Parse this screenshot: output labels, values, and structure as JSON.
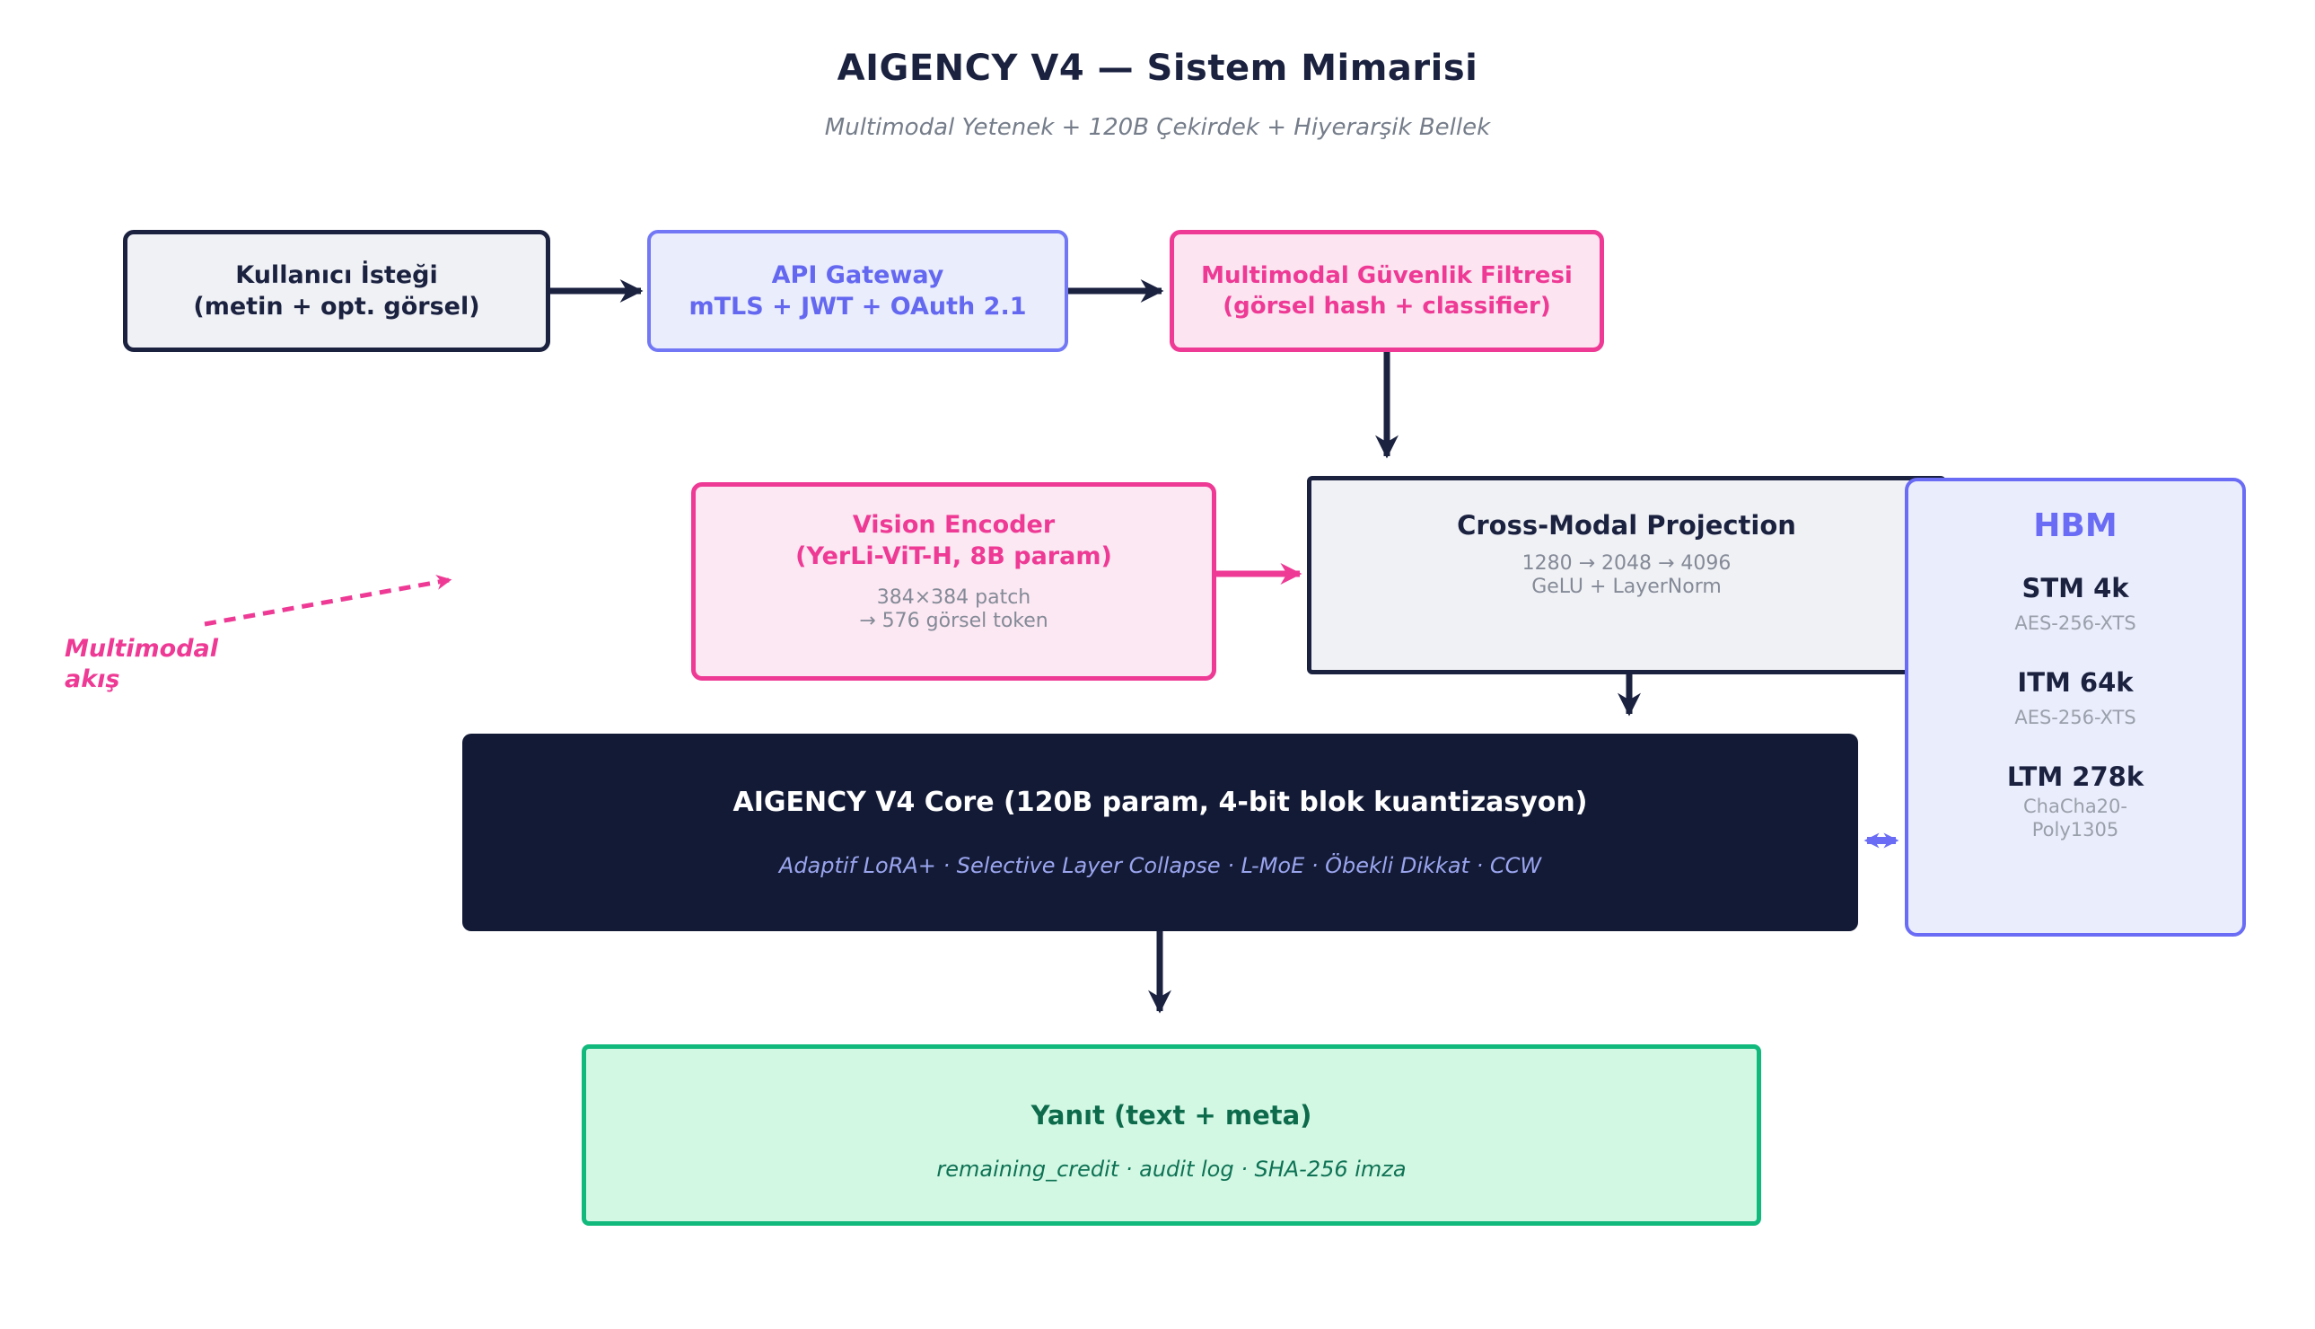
{
  "header": {
    "title": "AIGENCY V4 — Sistem Mimarisi",
    "subtitle": "Multimodal Yetenek + 120B Çekirdek + Hiyerarşik Bellek"
  },
  "boxes": {
    "user_request": {
      "line1": "Kullanıcı İsteği",
      "line2": "(metin + opt. görsel)"
    },
    "api_gateway": {
      "line1": "API Gateway",
      "line2": "mTLS + JWT + OAuth 2.1"
    },
    "security_filter": {
      "line1": "Multimodal Güvenlik Filtresi",
      "line2": "(görsel hash + classifier)"
    },
    "vision_encoder": {
      "line1": "Vision Encoder",
      "line2": "(YerLi-ViT-H, 8B param)",
      "detail1": "384×384 patch",
      "detail2": "→ 576 görsel token"
    },
    "cross_modal": {
      "title": "Cross-Modal Projection",
      "detail1": "1280 → 2048 → 4096",
      "detail2": "GeLU + LayerNorm"
    },
    "hbm": {
      "title": "HBM",
      "items": [
        {
          "label": "STM 4k",
          "cipher": "AES-256-XTS"
        },
        {
          "label": "ITM 64k",
          "cipher": "AES-256-XTS"
        },
        {
          "label": "LTM 278k",
          "cipher": "ChaCha20-\nPoly1305"
        }
      ]
    },
    "core": {
      "title": "AIGENCY V4 Core (120B param, 4-bit blok kuantizasyon)",
      "subtitle": "Adaptif LoRA+ · Selective Layer Collapse · L-MoE · Öbekli Dikkat · CCW"
    },
    "response": {
      "title": "Yanıt (text + meta)",
      "subtitle": "remaining_credit · audit log · SHA-256 imza"
    }
  },
  "annotation": {
    "label": "Multimodal\nakış"
  },
  "colors": {
    "navy": "#1b2240",
    "core_fill": "#131a36",
    "panel_gray_fill": "#f0f1f5",
    "muted_text": "#848a97",
    "periwinkle_text": "#6468f0",
    "periwinkle_border": "#7278f5",
    "periwinkle_fill": "#eaedfc",
    "hbm_purple": "#6a6cf5",
    "pink": "#ee3a95",
    "pink_fill": "#fce4f1",
    "green_border": "#12b97d",
    "green_fill": "#d2f8e4",
    "green_text": "#0d6b4c",
    "core_subtitle_text": "#9aa5ee"
  }
}
